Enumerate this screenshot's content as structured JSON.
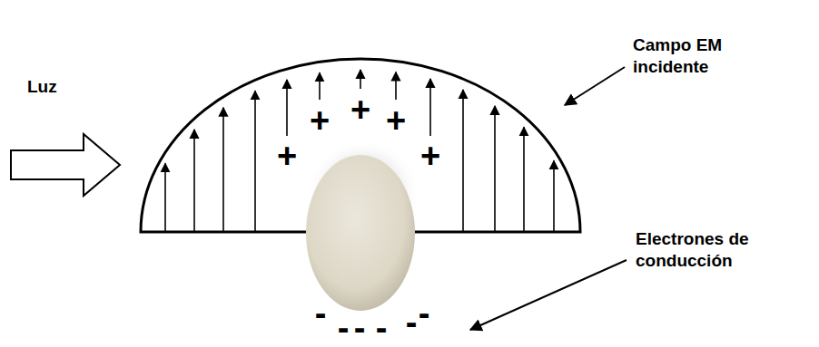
{
  "diagram": {
    "labels": [
      "Luz",
      "Campo EM incidente",
      "+",
      "+",
      "+",
      "+",
      "+",
      "Electrones de conducción",
      "-",
      "-",
      "-",
      "-",
      "-",
      "-"
    ]
  }
}
